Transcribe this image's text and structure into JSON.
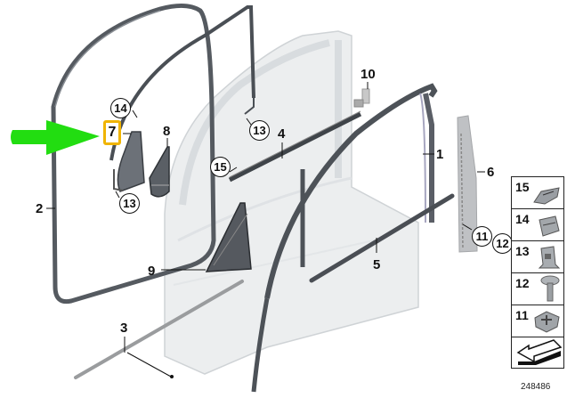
{
  "diagram": {
    "type": "parts-exploded-view",
    "reference_number": "248486",
    "highlight": {
      "part": "7",
      "arrow_color": "#22dd11",
      "box_color": "#f0b400"
    },
    "callouts": [
      {
        "id": "1",
        "style": "plain"
      },
      {
        "id": "2",
        "style": "plain"
      },
      {
        "id": "3",
        "style": "plain"
      },
      {
        "id": "4",
        "style": "plain"
      },
      {
        "id": "5",
        "style": "plain"
      },
      {
        "id": "6",
        "style": "plain"
      },
      {
        "id": "7",
        "style": "highlighted"
      },
      {
        "id": "8",
        "style": "plain"
      },
      {
        "id": "9",
        "style": "plain"
      },
      {
        "id": "10",
        "style": "plain"
      },
      {
        "id": "11",
        "style": "circled"
      },
      {
        "id": "12",
        "style": "circled"
      },
      {
        "id": "13a",
        "label": "13",
        "style": "circled"
      },
      {
        "id": "13b",
        "label": "13",
        "style": "circled"
      },
      {
        "id": "14",
        "style": "circled"
      },
      {
        "id": "15",
        "style": "circled"
      }
    ],
    "legend": [
      {
        "num": "15",
        "icon": "clip-15-icon"
      },
      {
        "num": "14",
        "icon": "clip-14-icon"
      },
      {
        "num": "13",
        "icon": "clip-13-icon"
      },
      {
        "num": "12",
        "icon": "screw-icon"
      },
      {
        "num": "11",
        "icon": "nut-clip-icon"
      },
      {
        "num": "",
        "icon": "direction-arrow-icon"
      }
    ]
  },
  "labels": {
    "p1": "1",
    "p2": "2",
    "p3": "3",
    "p4": "4",
    "p5": "5",
    "p6": "6",
    "p7": "7",
    "p8": "8",
    "p9": "9",
    "p10": "10",
    "p11": "11",
    "p12": "12",
    "p13a": "13",
    "p13b": "13",
    "p14": "14",
    "p15": "15",
    "legend": [
      "15",
      "14",
      "13",
      "12",
      "11"
    ],
    "ref": "248486"
  }
}
